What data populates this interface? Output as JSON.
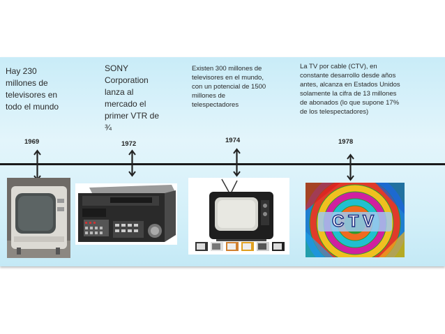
{
  "events": [
    {
      "year": "1969",
      "text": "Hay 230 millones de televisores en todo el mundo"
    },
    {
      "year": "1972",
      "text": "SONY Corporation lanza al mercado el primer VTR de ¾"
    },
    {
      "year": "1974",
      "text": "Existen 300 millones de televisores en el mundo, con un potencial de 1500 millones de telespectadores"
    },
    {
      "year": "1978",
      "text": "La TV por cable (CTV), en constante desarrollo desde años antes, alcanza en Estados Unidos solamente la cifra de 13 millones de abonados (lo que supone 17% de los telespectadores)"
    }
  ],
  "images": {
    "ctv_logo_text": "CTV"
  }
}
